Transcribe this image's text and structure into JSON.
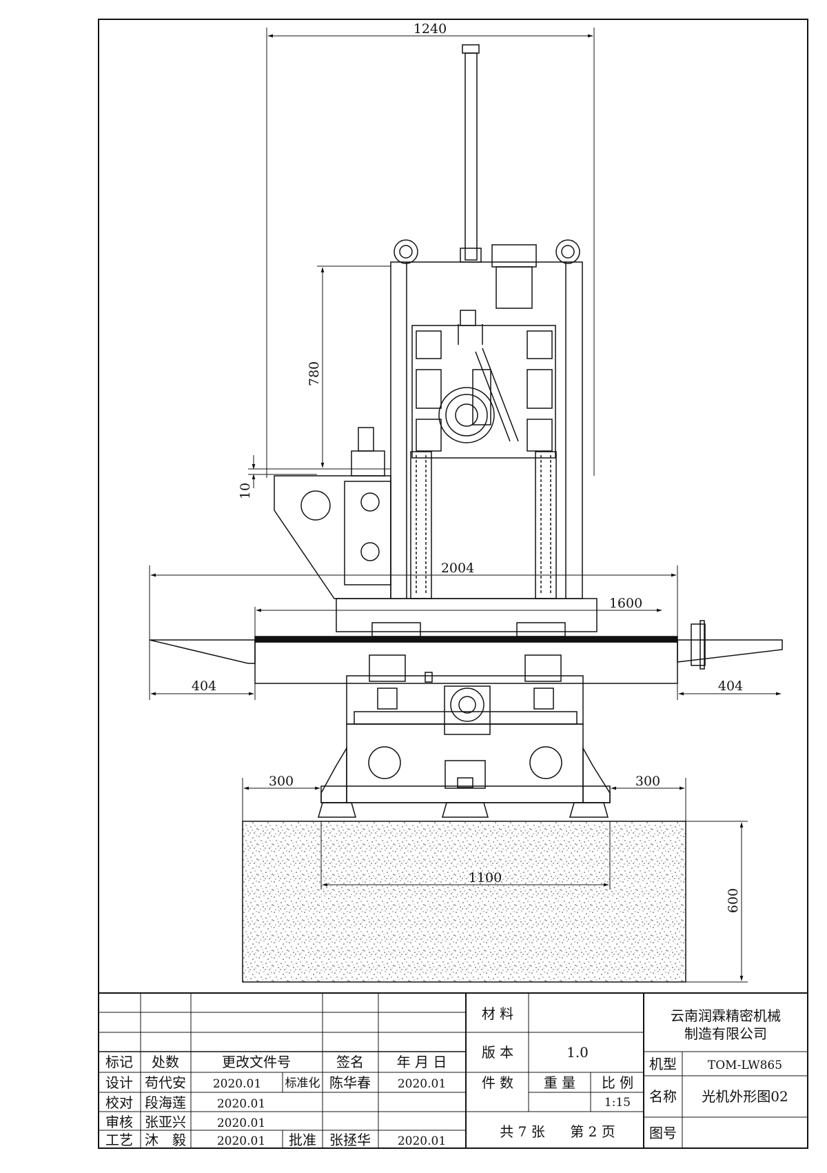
{
  "dimensions": {
    "overall_width": "1240",
    "column_height": "780",
    "offset": "10",
    "table_travel": "2004",
    "table_length": "1600",
    "left_overhang": "404",
    "right_overhang": "404",
    "left_base_margin": "300",
    "right_base_margin": "300",
    "foundation_width": "1100",
    "foundation_depth": "600"
  },
  "title_block": {
    "company_line1": "云南润霖精密机械",
    "company_line2": "制造有限公司",
    "material_label": "材 料",
    "material_value": "",
    "version_label": "版 本",
    "version_value": "1.0",
    "quantity_label": "件 数",
    "weight_label": "重 量",
    "scale_label": "比 例",
    "scale_value": "1:15",
    "model_label": "机型",
    "model_value": "TOM-LW865",
    "name_label": "名称",
    "name_value": "光机外形图02",
    "drawing_no_label": "图号",
    "drawing_no_value": "",
    "sheets_total": "共 7 张",
    "sheet_current": "第 2 页",
    "revision_headers": [
      "标记",
      "处数",
      "更改文件号",
      "签名",
      "年 月 日"
    ],
    "design_label": "设计",
    "design_name": "苟代安",
    "design_date": "2020.01",
    "standard_label": "标准化",
    "standard_name": "陈华春",
    "standard_date": "2020.01",
    "check_label": "校对",
    "check_name": "段海莲",
    "check_date": "2020.01",
    "review_label": "审核",
    "review_name": "张亚兴",
    "review_date": "2020.01",
    "process_label": "工艺",
    "process_name": "沐　毅",
    "process_date": "2020.01",
    "approve_label": "批准",
    "approve_name": "张拯华",
    "approve_date": "2020.01"
  }
}
